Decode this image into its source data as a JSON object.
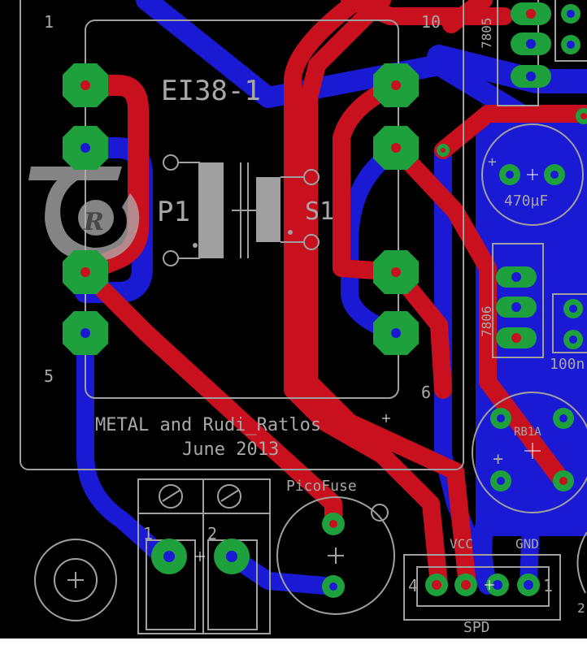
{
  "board": {
    "transformer_name": "EI38-1",
    "primary_label": "P1",
    "secondary_label": "S1",
    "pin_labels": {
      "pin1": "1",
      "pin5": "5",
      "pin6": "6",
      "pin10": "10"
    },
    "credit_line1": "METAL and Rudi_Ratlos",
    "credit_line2": "June 2013",
    "fuse_label": "PicoFuse",
    "terminal_labels": {
      "t1": "1",
      "t2": "2"
    },
    "spd_labels": {
      "vcc": "VCC",
      "gnd": "GND",
      "pin4": "4",
      "pin1": "1",
      "name": "SPD"
    },
    "regulator_1": "7805",
    "regulator_2": "7806",
    "cap_label": "470µF",
    "cap2_label": "100n",
    "rectifier_label": "RB1A",
    "edge_label": "2"
  },
  "colors": {
    "top_copper": "#c8101e",
    "bottom_copper": "#1a1ad4",
    "pad": "#1ea03c",
    "silkscreen": "#a0a0a0"
  }
}
